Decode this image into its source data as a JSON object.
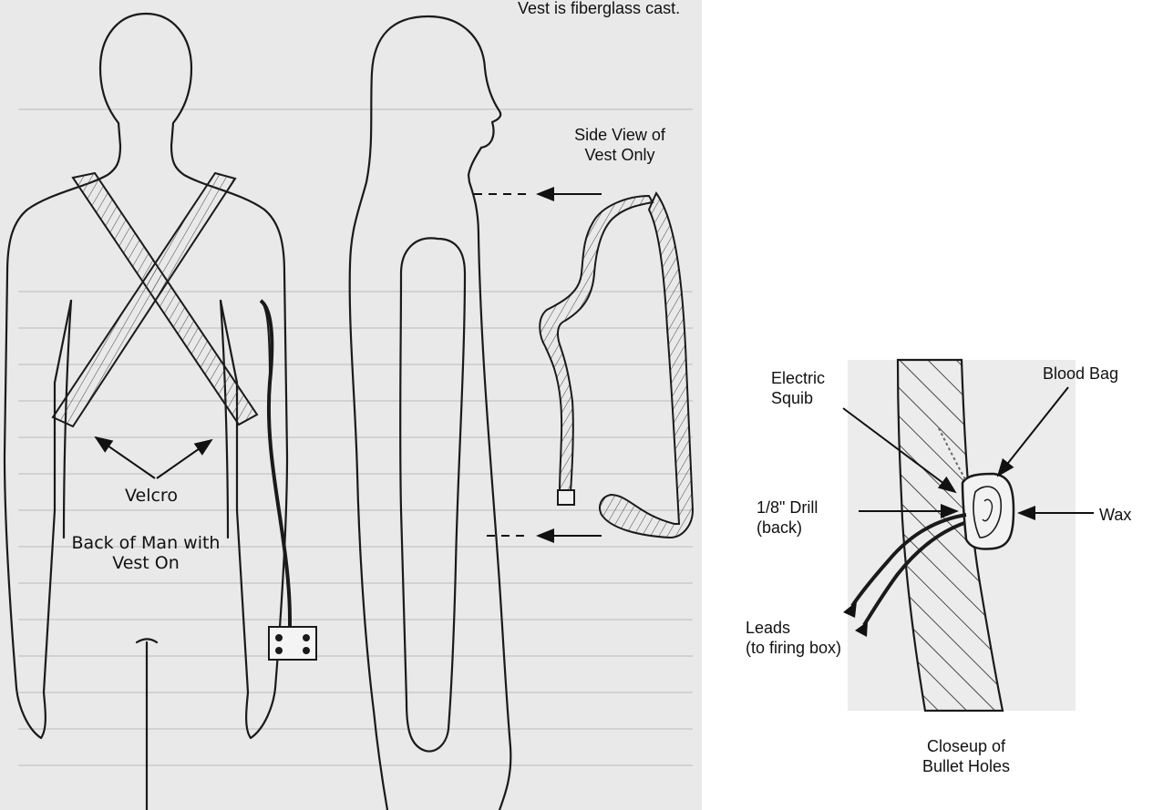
{
  "caption": "Vest is fiberglass cast.",
  "labels": {
    "side_view_line1": "Side View of",
    "side_view_line2": "Vest Only",
    "velcro": "Velcro",
    "back_of_man_line1": "Back of Man with",
    "back_of_man_line2": "Vest On",
    "electric_squib_line1": "Electric",
    "electric_squib_line2": "Squib",
    "blood_bag": "Blood Bag",
    "drill_line1": "1/8\" Drill",
    "drill_line2": "(back)",
    "wax": "Wax",
    "leads_line1": "Leads",
    "leads_line2": "(to firing box)",
    "closeup_line1": "Closeup of",
    "closeup_line2": "Bullet Holes"
  },
  "colors": {
    "ink": "#1a1a1a",
    "background_scan": "#e6e6e6",
    "paper": "#ffffff"
  }
}
